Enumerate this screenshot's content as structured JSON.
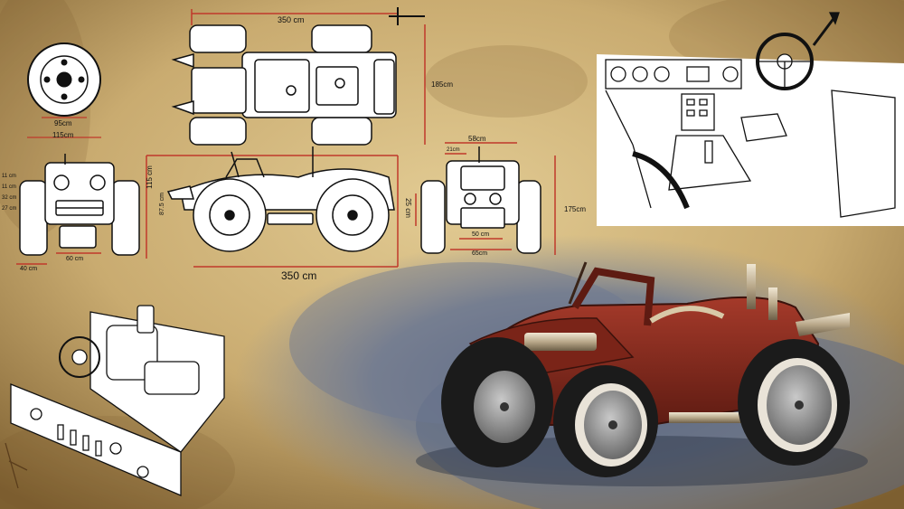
{
  "sheet": {
    "palette": {
      "parchment": "#cbb07a",
      "parchment_dark": "#8a6a3a",
      "ink": "#111111",
      "dimension_red": "#c0392b",
      "car_body_red": "#8c2a1e",
      "shadow_blue": "#5c6a86",
      "tire_black": "#1b1b1b",
      "hub_grey": "#9a9a9a"
    },
    "top_view": {
      "length": "350 cm",
      "width": "185cm"
    },
    "wheel_view": {
      "diameter": "95cm",
      "outer": "115cm"
    },
    "front_view": {
      "tire_width": "40 cm",
      "track": "60 cm",
      "tiny_labels": [
        "11 cm",
        "11 cm",
        "32 cm",
        "27 cm"
      ]
    },
    "side_view": {
      "height": "115 cm",
      "wheel_height": "87.5 cm",
      "clearance": "25 cm",
      "length": "350 cm"
    },
    "rear_view": {
      "top_width": "58cm",
      "small": "21cm",
      "height": "175cm",
      "inner": "50 cm",
      "outer": "65cm"
    }
  }
}
